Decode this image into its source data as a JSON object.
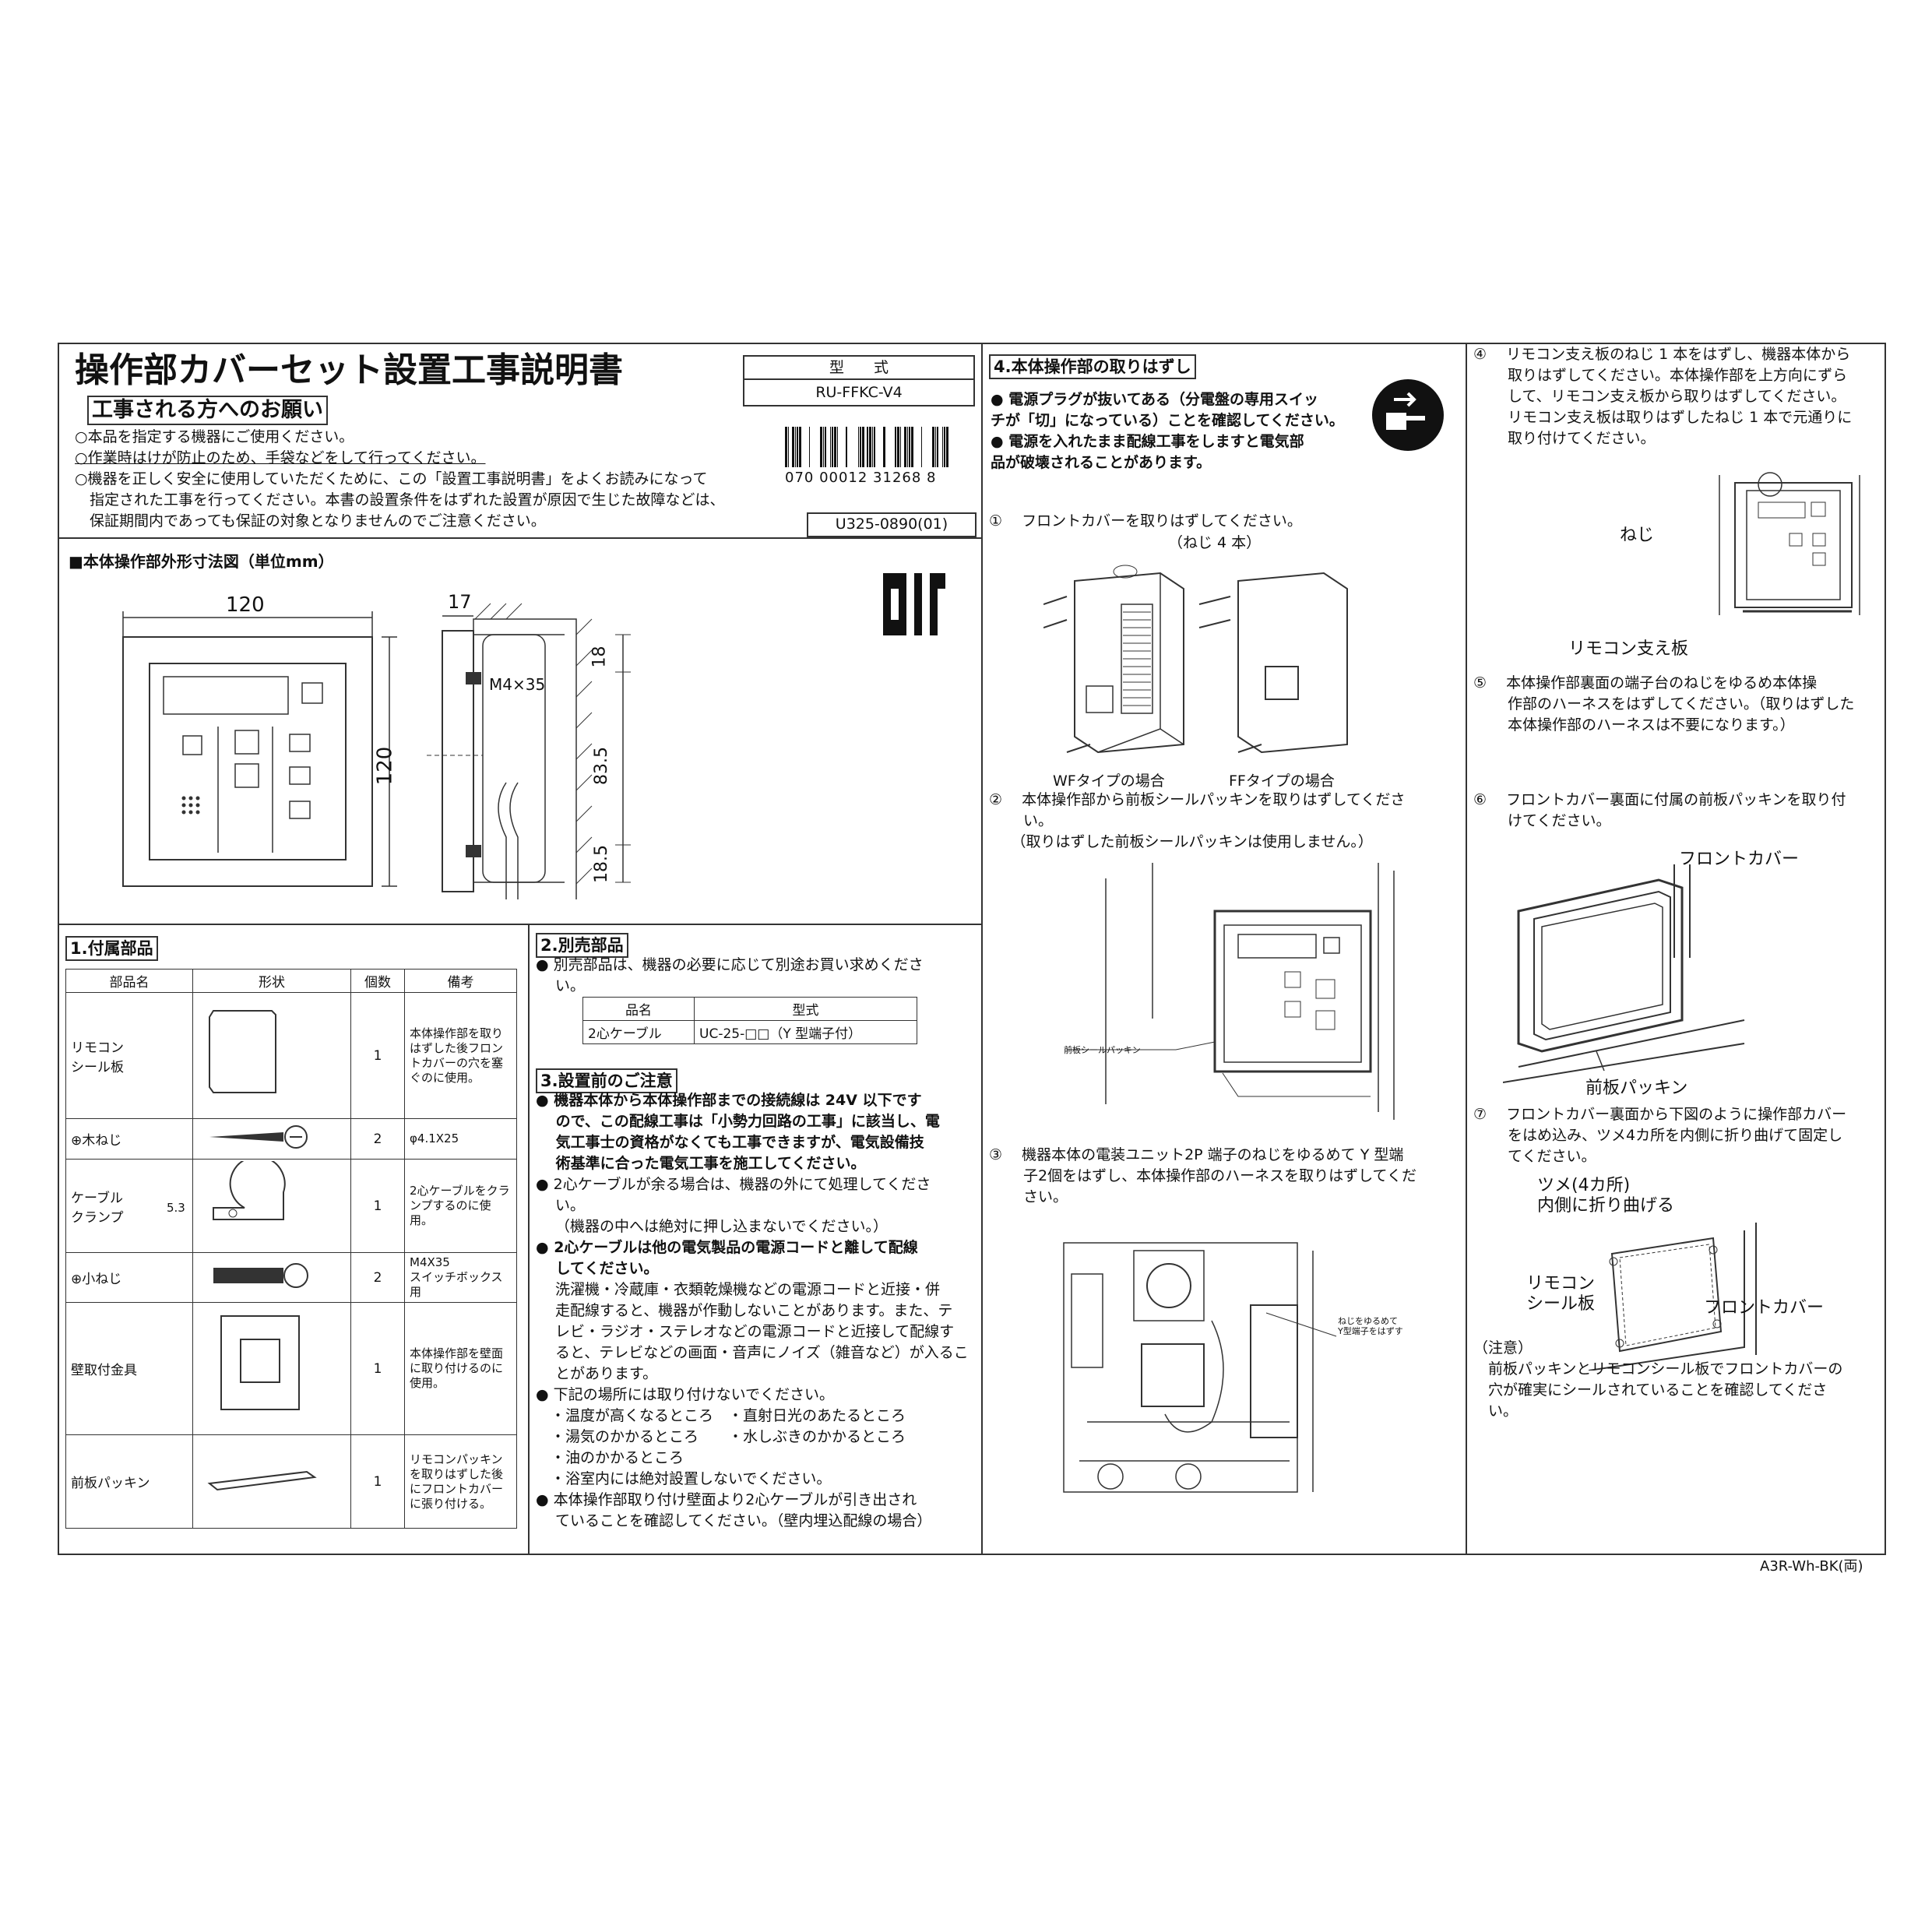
{
  "header": {
    "title": "操作部カバーセット設置工事説明書",
    "model_label": "型　　式",
    "model_value": "RU-FFKC-V4",
    "barcode_number": "070 00012 31268 8",
    "doc_number": "U325-0890(01)",
    "request_heading": "工事される方へのお願い",
    "notes": [
      "○本品を指定する機器にご使用ください。",
      "○作業時はけが防止のため、手袋などをして行ってください。",
      "○機器を正しく安全に使用していただくために、この「設置工事説明書」をよくお読みになって",
      "　指定された工事を行ってください。本書の設置条件をはずれた設置が原因で生じた故障などは、",
      "　保証期間内であっても保証の対象となりませんのでご注意ください。"
    ]
  },
  "dimension": {
    "heading": "■本体操作部外形寸法図（単位mm）",
    "width": "120",
    "height": "120",
    "depth": "17",
    "dims": [
      "18",
      "83.5",
      "18.5"
    ],
    "screw": "M4×35"
  },
  "parts": {
    "heading": "1.付属部品",
    "columns": [
      "部品名",
      "形状",
      "個数",
      "備考"
    ],
    "rows": [
      {
        "name": "リモコン\nシール板",
        "count": "1",
        "note": "本体操作部を取りはずした後フロントカバーの穴を塞ぐのに使用。"
      },
      {
        "name": "⊕木ねじ",
        "count": "2",
        "note": "φ4.1X25"
      },
      {
        "name": "ケーブル\nクランプ",
        "count": "1",
        "note": "2心ケーブルをクランプするのに使用。",
        "dim": "5.3"
      },
      {
        "name": "⊕小ねじ",
        "count": "2",
        "note": "M4X35\nスイッチボックス用"
      },
      {
        "name": "壁取付金具",
        "count": "1",
        "note": "本体操作部を壁面に取り付けるのに使用。"
      },
      {
        "name": "前板パッキン",
        "count": "1",
        "note": "リモコンパッキンを取りはずした後にフロントカバーに張り付ける。"
      }
    ]
  },
  "optional": {
    "heading": "2.別売部品",
    "text": [
      "●  別売部品は、機器の必要に応じて別途お買い求めくださ",
      "　 い。"
    ],
    "table_head": [
      "品名",
      "型式"
    ],
    "table_row": [
      "2心ケーブル",
      "UC-25-□□（Y 型端子付）"
    ]
  },
  "caution": {
    "heading": "3.設置前のご注意",
    "lines": [
      {
        "text": "●  機器本体から本体操作部までの接続線は 24V 以下です",
        "bold": true
      },
      {
        "text": "　 ので、この配線工事は「小勢力回路の工事」に該当し、電",
        "bold": true
      },
      {
        "text": "　 気工事士の資格がなくても工事できますが、電気設備技",
        "bold": true
      },
      {
        "text": "　 術基準に合った電気工事を施工してください。",
        "bold": true
      },
      {
        "text": "●  2心ケーブルが余る場合は、機器の外にて処理してくださ",
        "bold": false
      },
      {
        "text": "　 い。",
        "bold": false
      },
      {
        "text": "　 （機器の中へは絶対に押し込まないでください。）",
        "bold": false
      },
      {
        "text": "●  2心ケーブルは他の電気製品の電源コードと離して配線",
        "bold": true
      },
      {
        "text": "　 してください。",
        "bold": true
      },
      {
        "text": "　 洗濯機・冷蔵庫・衣類乾燥機などの電源コードと近接・併",
        "bold": false
      },
      {
        "text": "　 走配線すると、機器が作動しないことがあります。また、テ",
        "bold": false
      },
      {
        "text": "　 レビ・ラジオ・ステレオなどの電源コードと近接して配線す",
        "bold": false
      },
      {
        "text": "　 ると、テレビなどの画面・音声にノイズ（雑音など）が入るこ",
        "bold": false
      },
      {
        "text": "　 とがあります。",
        "bold": false
      },
      {
        "text": "●  下記の場所には取り付けないでください。",
        "bold": false
      },
      {
        "text": "　・温度が高くなるところ　・直射日光のあたるところ",
        "bold": false
      },
      {
        "text": "　・湯気のかかるところ　　・水しぶきのかかるところ",
        "bold": false
      },
      {
        "text": "　・油のかかるところ",
        "bold": false
      },
      {
        "text": "　・浴室内には絶対設置しないでください。",
        "bold": false
      },
      {
        "text": "●  本体操作部取り付け壁面より2心ケーブルが引き出され",
        "bold": false
      },
      {
        "text": "　 ていることを確認してください。（壁内埋込配線の場合）",
        "bold": false
      }
    ]
  },
  "removal": {
    "heading": "4.本体操作部の取りはずし",
    "warning": [
      "●  電源プラグが抜いてある（分電盤の専用スイッ",
      "チが「切」になっている）ことを確認してください。",
      "●  電源を入れたまま配線工事をしますと電気部",
      "品が破壊されることがあります。"
    ],
    "step1": "①　 フロントカバーを取りはずしてください。",
    "step1_sub": "（ねじ 4 本）",
    "wf_label": "WFタイプの場合",
    "ff_label": "FFタイプの場合",
    "step2": [
      "②　 本体操作部から前板シールパッキンを取りはずしてくださ",
      "　　 い。",
      "　　（取りはずした前板シールパッキンは使用しません。）"
    ],
    "step2_callout": "前板シールパッキン",
    "step3": [
      "③　 機器本体の電装ユニット2P 端子のねじをゆるめて Y 型端",
      "　　 子2個をはずし、本体操作部のハーネスを取りはずしてくだ",
      "　　 さい。"
    ],
    "step3_callout": "ねじをゆるめて\nY型端子をはずす"
  },
  "right": {
    "step4": [
      "④　 リモコン支え板のねじ 1 本をはずし、機器本体から",
      "　　 取りはずしてください。本体操作部を上方向にずら",
      "　　 して、リモコン支え板から取りはずしてください。",
      "　　 リモコン支え板は取りはずしたねじ 1 本で元通りに",
      "　　 取り付けてください。"
    ],
    "screw_label": "ねじ",
    "plate_label": "リモコン支え板",
    "step5": [
      "⑤　 本体操作部裏面の端子台のねじをゆるめ本体操",
      "　　 作部のハーネスをはずしてください。（取りはずした",
      "　　 本体操作部のハーネスは不要になります。）"
    ],
    "step6": [
      "⑥　 フロントカバー裏面に付属の前板パッキンを取り付",
      "　　 けてください。"
    ],
    "front_cover": "フロントカバー",
    "packing": "前板パッキン",
    "step7": [
      "⑦　 フロントカバー裏面から下図のように操作部カバー",
      "　　 をはめ込み、ツメ4カ所を内側に折り曲げて固定し",
      "　　 てください。"
    ],
    "tab_label": [
      "ツメ(4カ所)",
      "内側に折り曲げる"
    ],
    "seal_label": [
      "リモコン",
      "シール板"
    ],
    "front_cover2": "フロントカバー",
    "note_heading": "（注意）",
    "note": [
      "　前板パッキンとリモコンシール板でフロントカバーの",
      "　穴が確実にシールされていることを確認してくださ",
      "　い。"
    ]
  },
  "footer": "A3R-Wh-BK(両)"
}
